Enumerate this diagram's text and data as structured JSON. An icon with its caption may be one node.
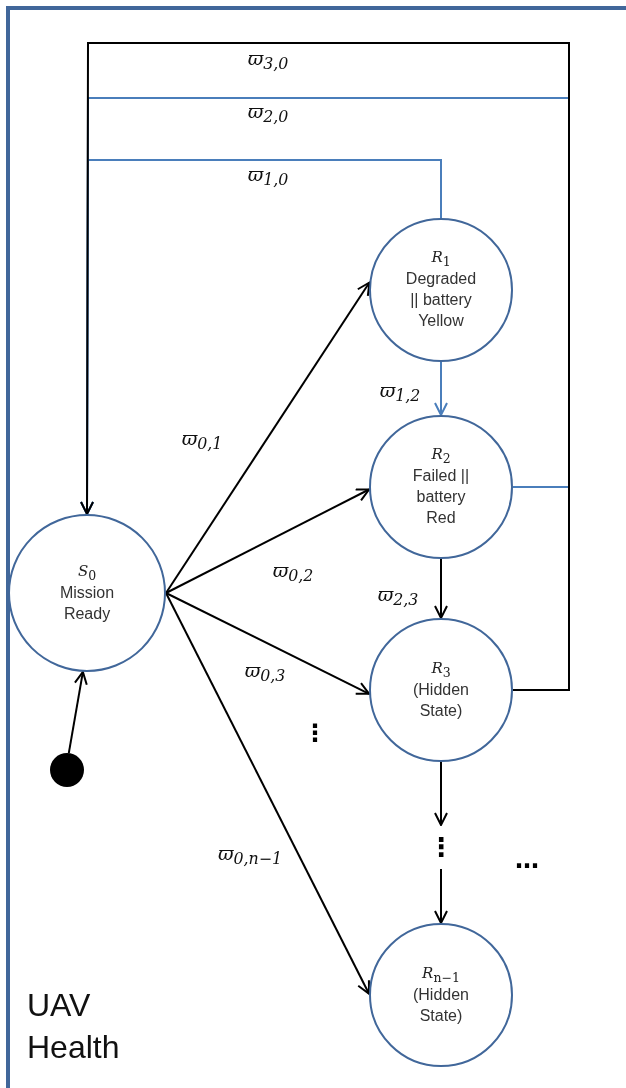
{
  "diagram": {
    "nodes": [
      {
        "text": [
          "UAV Health"
        ]
      },
      {
        "text": [
          "*S*$_{0}$",
          "Mission Ready"
        ],
        "in": 0
      },
      {
        "text": [
          "*R*$_{1}$",
          "Degraded || battery Yellow"
        ],
        "in": 0
      },
      {
        "text": [
          "*R*$_{2}$",
          "Failed || battery Red"
        ],
        "in": 0
      },
      {
        "text": [
          "*R*$_{3}$",
          "(Hidden State)"
        ],
        "in": 0
      },
      {
        "text": [
          "⋮"
        ],
        "in": 0
      },
      {
        "text": [
          "*R*$_{n−1}$",
          "(Hidden State)"
        ],
        "in": 0
      },
      {
        "text": [],
        "shape": "circle",
        "in": 0
      }
    ],
    "edges": [
      {
        "from": 7,
        "to": 1,
        "arrow": "to"
      },
      {
        "from": 1,
        "to": 2,
        "arrow": "to",
        "label": "ϖ$_{0,1}$"
      },
      {
        "from": 1,
        "to": 3,
        "arrow": "to",
        "label": "ϖ$_{0,2}$"
      },
      {
        "from": 1,
        "to": 4,
        "arrow": "to",
        "label": "ϖ$_{0,3}$"
      },
      {
        "from": 1,
        "to": 6,
        "arrow": "to",
        "label": "ϖ$_{0,n−1}$"
      },
      {
        "from": 2,
        "to": 3,
        "arrow": "to",
        "label": "ϖ$_{1,2}$",
        "color": "#4a7ebb"
      },
      {
        "from": 3,
        "to": 4,
        "arrow": "to",
        "label": "ϖ$_{2,3}$"
      },
      {
        "from": 4,
        "to": 5,
        "arrow": "to"
      },
      {
        "from": 5,
        "to": 6,
        "arrow": "to"
      },
      {
        "from": 2,
        "to": 1,
        "arrow": "to",
        "label": "ϖ$_{1,0}$",
        "color": "#4a7ebb"
      },
      {
        "from": 3,
        "to": 1,
        "arrow": "to",
        "label": "ϖ$_{2,0}$",
        "color": "#4a7ebb"
      },
      {
        "from": 4,
        "to": 1,
        "arrow": "to",
        "label": "ϖ$_{3,0}$"
      }
    ],
    "labels": [
      "⋮",
      "…"
    ]
  }
}
